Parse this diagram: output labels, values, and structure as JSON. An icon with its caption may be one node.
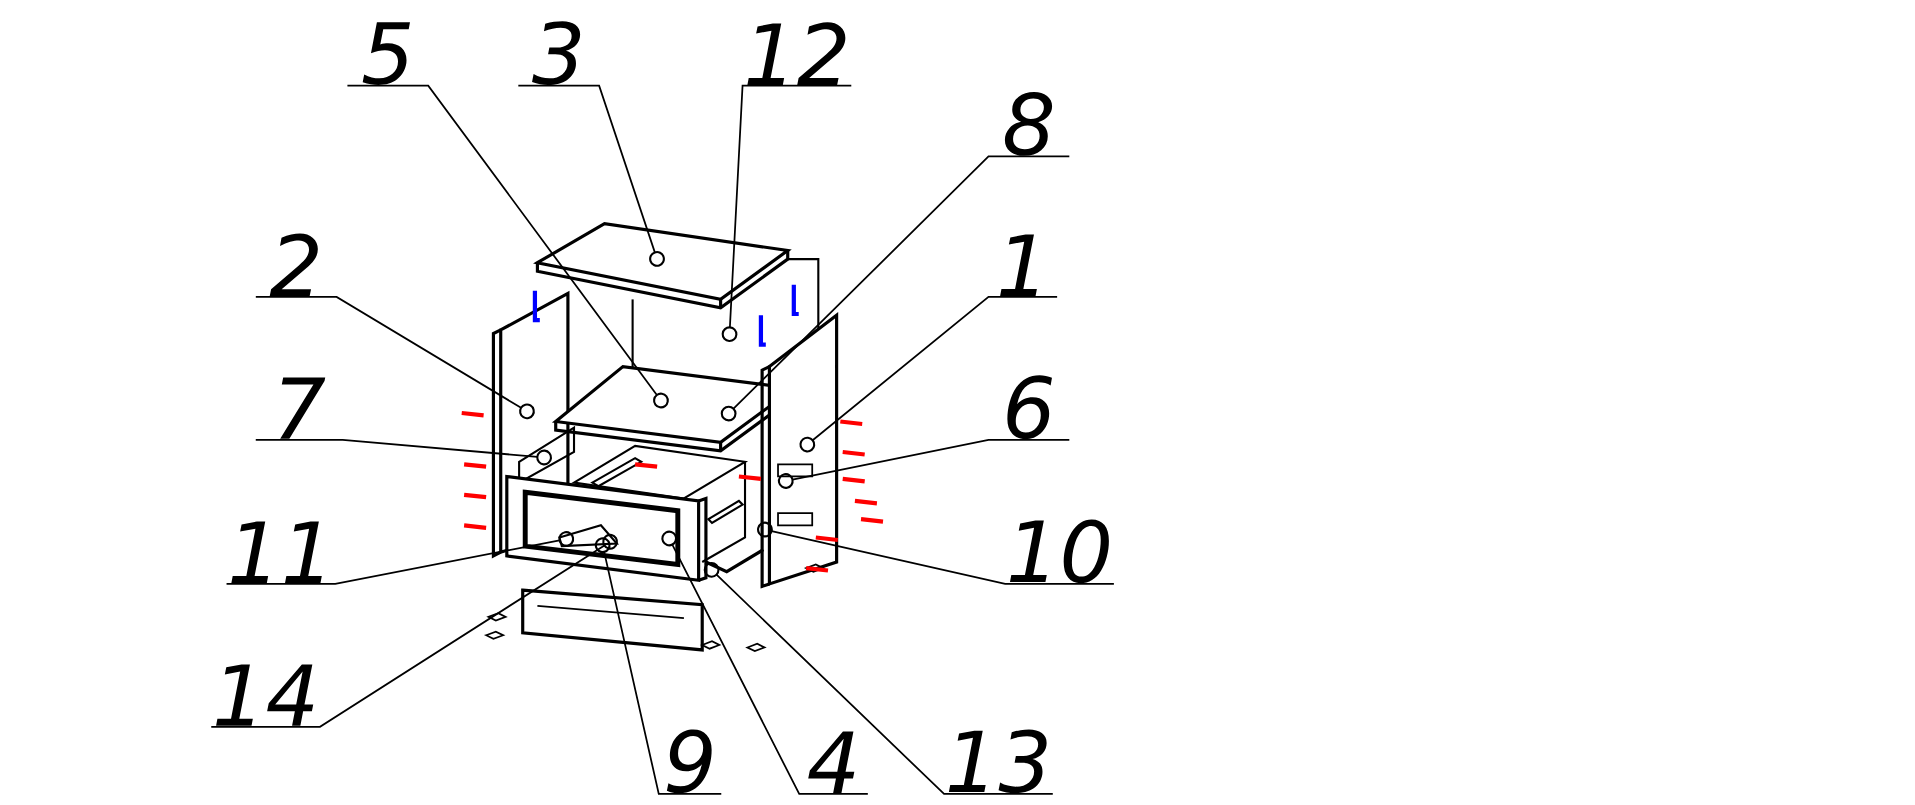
{
  "diagram": {
    "nodes": [
      {
        "text": [
          "5"
        ]
      },
      {
        "text": [
          "3"
        ]
      },
      {
        "text": [
          "12"
        ]
      },
      {
        "text": [
          "8"
        ]
      },
      {
        "text": [
          "2"
        ]
      },
      {
        "text": [
          "1"
        ]
      },
      {
        "text": [
          "7"
        ]
      },
      {
        "text": [
          "6"
        ]
      },
      {
        "text": [
          "11"
        ]
      },
      {
        "text": [
          "10"
        ]
      },
      {
        "text": [
          "14"
        ]
      },
      {
        "text": [
          "9"
        ]
      },
      {
        "text": [
          "4"
        ]
      },
      {
        "text": [
          "13"
        ]
      }
    ],
    "edges": [
      {
        "from": 0,
        "to": null,
        "arrow": "other"
      },
      {
        "from": 1,
        "to": null,
        "arrow": "other"
      },
      {
        "from": 2,
        "to": null,
        "arrow": "other"
      },
      {
        "from": 3,
        "to": null,
        "arrow": "other"
      },
      {
        "from": 4,
        "to": null,
        "arrow": "other"
      },
      {
        "from": 5,
        "to": null,
        "arrow": "other"
      },
      {
        "from": 6,
        "to": null,
        "arrow": "other"
      },
      {
        "from": 7,
        "to": null,
        "arrow": "other"
      },
      {
        "from": 8,
        "to": null,
        "arrow": "other"
      },
      {
        "from": 9,
        "to": null,
        "arrow": "other"
      },
      {
        "from": 10,
        "to": null,
        "arrow": "other"
      },
      {
        "from": 11,
        "to": null,
        "arrow": "other"
      },
      {
        "from": 12,
        "to": null,
        "arrow": "other"
      },
      {
        "from": 13,
        "to": null,
        "arrow": "other"
      }
    ]
  }
}
